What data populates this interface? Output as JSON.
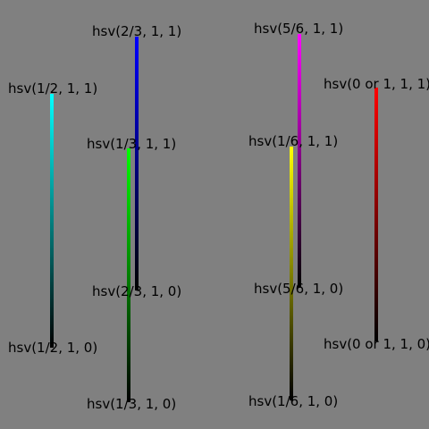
{
  "background": "#808080",
  "gradients": [
    {
      "key": "cyan",
      "top_label": "hsv(1/2, 1, 1)",
      "bottom_label": "hsv(1/2, 1, 0)",
      "color_top": "#00ffff",
      "color_bottom": "#000000"
    },
    {
      "key": "blue",
      "top_label": "hsv(2/3, 1, 1)",
      "bottom_label": "hsv(2/3, 1, 0)",
      "color_top": "#0000ff",
      "color_bottom": "#000000"
    },
    {
      "key": "green",
      "top_label": "hsv(1/3, 1, 1)",
      "bottom_label": "hsv(1/3, 1, 0)",
      "color_top": "#00ff00",
      "color_bottom": "#000000"
    },
    {
      "key": "magenta",
      "top_label": "hsv(5/6, 1, 1)",
      "bottom_label": "hsv(5/6, 1, 0)",
      "color_top": "#ff00ff",
      "color_bottom": "#000000"
    },
    {
      "key": "yellow",
      "top_label": "hsv(1/6, 1, 1)",
      "bottom_label": "hsv(1/6, 1, 0)",
      "color_top": "#ffff00",
      "color_bottom": "#000000"
    },
    {
      "key": "red",
      "top_label": "hsv(0 or 1, 1, 1)",
      "bottom_label": "hsv(0 or 1, 1, 0)",
      "color_top": "#ff0000",
      "color_bottom": "#000000"
    }
  ]
}
